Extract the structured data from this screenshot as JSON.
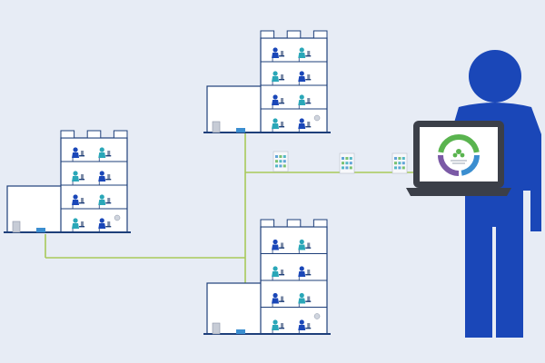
{
  "colors": {
    "background": "#e7ecf5",
    "building_outline": "#1e3f7a",
    "building_fill": "#ffffff",
    "person_blue": "#1a47b8",
    "person_teal": "#2aa7b8",
    "network_line": "#a8c95a",
    "laptop_body": "#3b3f48",
    "ring_green": "#5ab44f",
    "ring_purple": "#7b5aa6",
    "ring_blue": "#3b8ed0"
  },
  "buildings": [
    {
      "name": "building-left"
    },
    {
      "name": "building-top"
    },
    {
      "name": "building-bottom"
    }
  ],
  "documents": [
    {
      "name": "document-1"
    },
    {
      "name": "document-2"
    },
    {
      "name": "document-3"
    }
  ],
  "icons": {
    "person": "large-person-icon",
    "laptop": "laptop-icon",
    "dashboard": "dashboard-ring-icon"
  }
}
